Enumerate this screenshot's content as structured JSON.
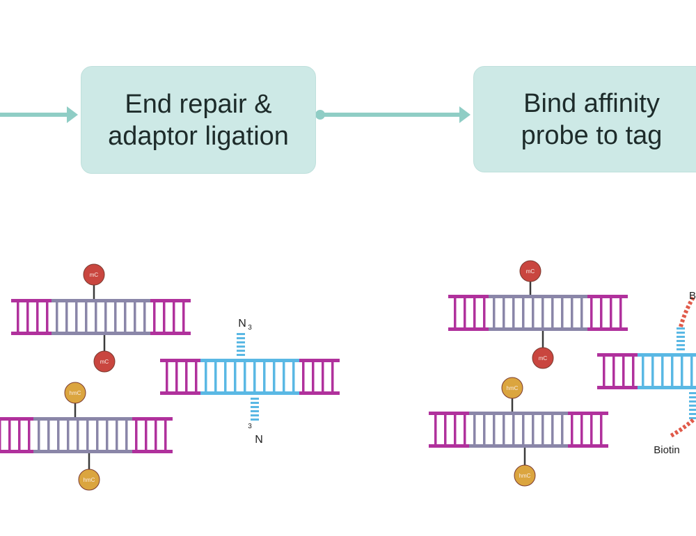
{
  "steps": [
    {
      "line1": "End repair &",
      "line2": "adaptor ligation"
    },
    {
      "line1": "Bind affinity",
      "line2": "probe to tag"
    }
  ],
  "labels": {
    "mc": "mC",
    "hmc": "hmC",
    "n3_top": "N",
    "n3_top_sub": "3",
    "n3_bottom": "N",
    "n3_bottom_sup": "3",
    "biotin": "Biotin",
    "biotin_top_partial": "B"
  },
  "colors": {
    "box_fill": "#cde9e6",
    "connector": "#8fcdc5",
    "adaptor_magenta": "#b0319c",
    "dna_gray": "#8a86a8",
    "dna_blue": "#5ab8e4",
    "tag_red": "#c9463f",
    "tag_gold": "#dba53f",
    "biotin_red": "#e05a4a"
  }
}
